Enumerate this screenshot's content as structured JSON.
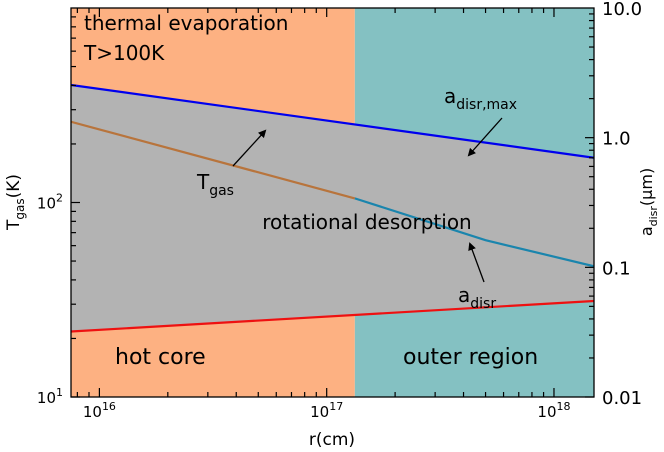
{
  "chart_data": {
    "type": "line",
    "x_scale": "log",
    "y_left_scale": "log",
    "y_right_scale": "log",
    "xlabel": "r(cm)",
    "ylabel": "T",
    "ylabel_sub": "gas",
    "ylabel_unit": "(K)",
    "ylabel_right": "a",
    "ylabel_right_sub": "disr",
    "ylabel_right_unit": "(μm)",
    "xlim": [
      7500000000000000.0,
      1.5e+18
    ],
    "ylim_left": [
      10,
      1000
    ],
    "ylim_right": [
      0.01,
      10
    ],
    "x_ticks": [
      {
        "base": "10",
        "exp": "16",
        "value": 1e+16
      },
      {
        "base": "10",
        "exp": "17",
        "value": 1e+17
      },
      {
        "base": "10",
        "exp": "18",
        "value": 1e+18
      }
    ],
    "y_left_ticks": [
      {
        "base": "10",
        "exp": "1",
        "value": 10
      },
      {
        "base": "10",
        "exp": "2",
        "value": 100
      }
    ],
    "y_right_ticks": [
      {
        "label": "0.01",
        "value": 0.01
      },
      {
        "label": "0.1",
        "value": 0.1
      },
      {
        "label": "1.0",
        "value": 1.0
      },
      {
        "label": "10.0",
        "value": 10.0
      }
    ],
    "regions": [
      {
        "name": "hot core",
        "x_range": [
          7500000000000000.0,
          1.33e+17
        ],
        "color": "#fdb182",
        "label_color": "#e8140f"
      },
      {
        "name": "outer region",
        "x_range": [
          1.33e+17,
          1.5e+18
        ],
        "color": "#84c1c2",
        "label_color": "#ffffff"
      }
    ],
    "series": [
      {
        "axis": "left",
        "x": [
          7500000000000000.0,
          1.33e+17
        ],
        "y": [
          260,
          105
        ],
        "color": "#b8743c"
      },
      {
        "axis": "left",
        "x": [
          1.33e+17,
          5e+17,
          1.5e+18
        ],
        "y": [
          105,
          64,
          47
        ],
        "color": "#1a85ad"
      },
      {
        "axis": "right",
        "x": [
          7500000000000000.0,
          1.5e+18
        ],
        "y": [
          2.55,
          0.7
        ],
        "color": "#0000ee"
      },
      {
        "axis": "right",
        "x": [
          7500000000000000.0,
          1.5e+18
        ],
        "y": [
          0.032,
          0.055
        ],
        "color": "#ee1111"
      }
    ],
    "shaded_band": {
      "x": [
        7500000000000000.0,
        1.5e+18
      ],
      "y_upper": "a_disr,max",
      "y_lower": "a_disr",
      "color": "#b3b3b3"
    },
    "annotations": {
      "top_left": {
        "line1": "thermal evaporation",
        "line2": "T>100K"
      },
      "center": "rotational desorption",
      "tgas": {
        "main": "T",
        "sub": "gas"
      },
      "adisr_max": {
        "main": "a",
        "sub": "disr,max"
      },
      "adisr": {
        "main": "a",
        "sub": "disr"
      }
    }
  }
}
